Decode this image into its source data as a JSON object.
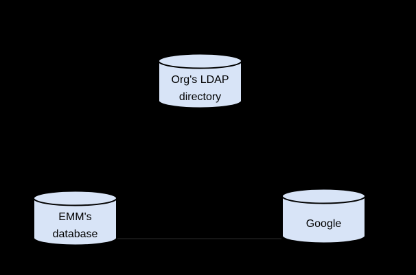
{
  "canvas": {
    "background": "#000000"
  },
  "colors": {
    "background": "#000000",
    "cylinder_fill": "#d8e4f7",
    "cylinder_stroke": "#000000",
    "label_text": "#000000",
    "connector_line": "#161616"
  },
  "nodes": [
    {
      "id": "org-ldap-directory",
      "icon": "database-cylinder-icon",
      "label_line1": "Org's LDAP",
      "label_line2": "directory"
    },
    {
      "id": "emm-database",
      "icon": "database-cylinder-icon",
      "label_line1": "EMM's",
      "label_line2": "database"
    },
    {
      "id": "google",
      "icon": "database-cylinder-icon",
      "label_line1": "Google",
      "label_line2": ""
    }
  ],
  "connectors": [
    {
      "id": "emm-to-google",
      "style": "faint-horizontal-line",
      "color": "#161616"
    }
  ]
}
